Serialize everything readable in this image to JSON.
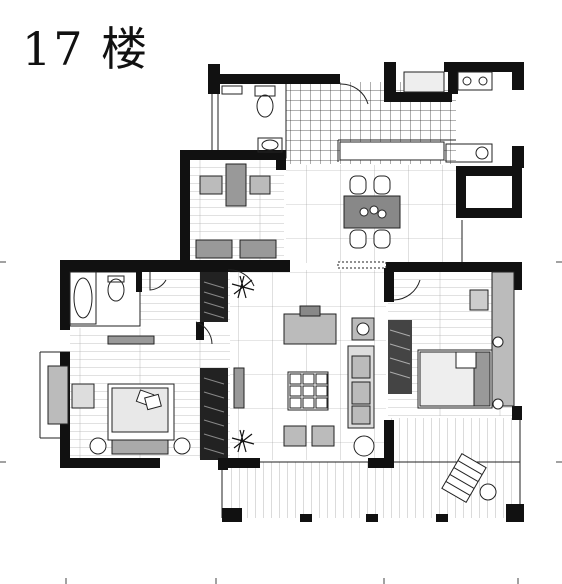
{
  "floor_label": "17 楼",
  "colors": {
    "wall": "#111111",
    "floor": "#ffffff",
    "furniture": "#9a9a9a",
    "furniture_light": "#cfcfcf",
    "line": "#222222"
  },
  "rooms": [
    {
      "id": "bathroom-top",
      "icon": "toilet-icon"
    },
    {
      "id": "kitchen",
      "icon": "stove-icon"
    },
    {
      "id": "dining-area",
      "icon": "dining-table-icon"
    },
    {
      "id": "study",
      "icon": "desk-icon"
    },
    {
      "id": "bathroom-left",
      "icon": "bathtub-icon"
    },
    {
      "id": "living-room",
      "icon": "sofa-icon"
    },
    {
      "id": "bedroom-left",
      "icon": "bed-icon"
    },
    {
      "id": "bedroom-right",
      "icon": "bed-icon"
    },
    {
      "id": "balcony",
      "icon": "lounge-chair-icon"
    }
  ]
}
